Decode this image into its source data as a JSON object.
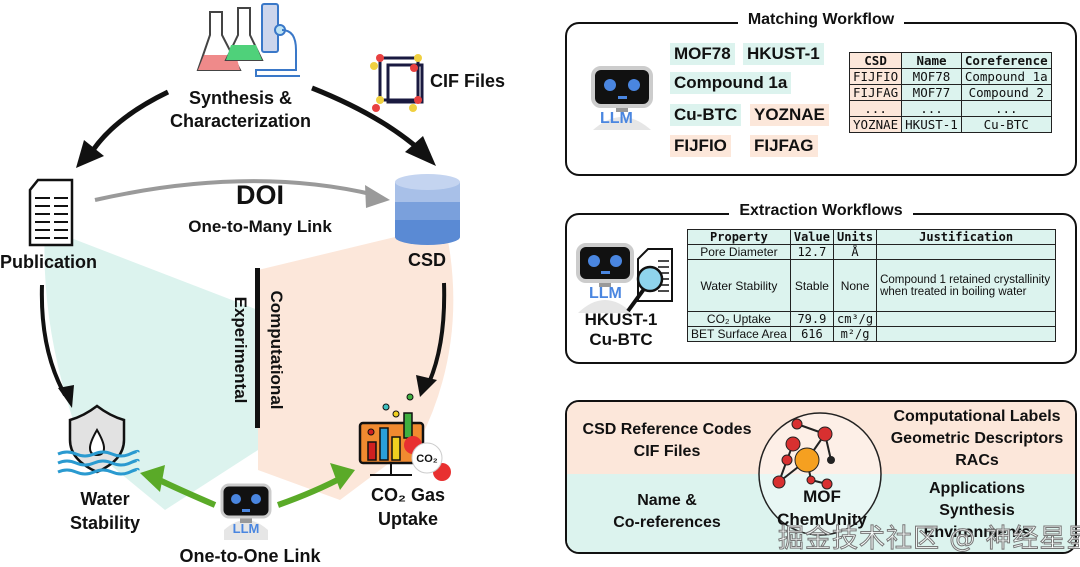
{
  "left_diagram": {
    "top_node": {
      "label_line1": "Synthesis &",
      "label_line2": "Characterization",
      "icon": "lab-flasks-microscope-icon"
    },
    "cif_node": {
      "label": "CIF Files",
      "icon": "crystal-cell-icon"
    },
    "publication_node": {
      "label": "Publication",
      "icon": "document-icon"
    },
    "csd_node": {
      "label": "CSD",
      "icon": "database-icon"
    },
    "doi_link": {
      "title": "DOI",
      "subtitle": "One-to-Many Link"
    },
    "divider": {
      "left_label": "Experimental",
      "right_label": "Computational"
    },
    "water_node": {
      "label_line1": "Water",
      "label_line2": "Stability",
      "icon": "shield-water-drop-icon"
    },
    "co2_node": {
      "label_line1": "CO₂ Gas",
      "label_line2": "Uptake",
      "icon": "chart-board-co2-icon",
      "badge": "CO2"
    },
    "llm_center": {
      "label": "LLM",
      "link_label": "One-to-One Link"
    },
    "colors": {
      "experimental_bg": "#dcf3ee",
      "computational_bg": "#fce7da",
      "link_green": "#5aaa28",
      "doi_arrow": "#9a9a9a"
    }
  },
  "matching_workflow": {
    "title": "Matching Workflow",
    "llm_label": "LLM",
    "chips": [
      {
        "text": "MOF78",
        "tone": "teal"
      },
      {
        "text": "HKUST-1",
        "tone": "teal"
      },
      {
        "text": "Compound 1a",
        "tone": "teal"
      },
      {
        "text": "Cu-BTC",
        "tone": "teal"
      },
      {
        "text": "YOZNAE",
        "tone": "peach"
      },
      {
        "text": "FIJFIO",
        "tone": "peach"
      },
      {
        "text": "FIJFAG",
        "tone": "peach"
      }
    ],
    "table": {
      "headers": [
        "CSD",
        "Name",
        "Coreference"
      ],
      "rows": [
        [
          "FIJFIO",
          "MOF78",
          "Compound 1a"
        ],
        [
          "FIJFAG",
          "MOF77",
          "Compound 2"
        ],
        [
          "...",
          "...",
          "..."
        ],
        [
          "YOZNAE",
          "HKUST-1",
          "Cu-BTC"
        ]
      ]
    }
  },
  "extraction_workflows": {
    "title": "Extraction Workflows",
    "llm_label": "LLM",
    "material_line1": "HKUST-1",
    "material_line2": "Cu-BTC",
    "table": {
      "headers": [
        "Property",
        "Value",
        "Units",
        "Justification"
      ],
      "rows": [
        [
          "Pore Diameter",
          "12.7",
          "Å",
          ""
        ],
        [
          "Water Stability",
          "Stable",
          "None",
          "Compound 1 retained crystallinity when treated in boiling water"
        ],
        [
          "CO₂ Uptake",
          "79.9",
          "cm³/g",
          ""
        ],
        [
          "BET Surface Area",
          "616",
          "m²/g",
          ""
        ]
      ]
    }
  },
  "chemunity": {
    "center_line1": "MOF",
    "center_line2": "ChemUnity",
    "top_left": [
      "CSD Reference Codes",
      "CIF Files"
    ],
    "top_right": [
      "Computational Labels",
      "Geometric Descriptors",
      "RACs"
    ],
    "bottom_left": [
      "Name &",
      "Co-references"
    ],
    "bottom_right": [
      "Applications",
      "Synthesis",
      "Environments"
    ],
    "colors": {
      "top_bg": "#fce7da",
      "bottom_bg": "#dcf3ee"
    }
  },
  "watermark": "掘金技术社区 @ 神经星星"
}
